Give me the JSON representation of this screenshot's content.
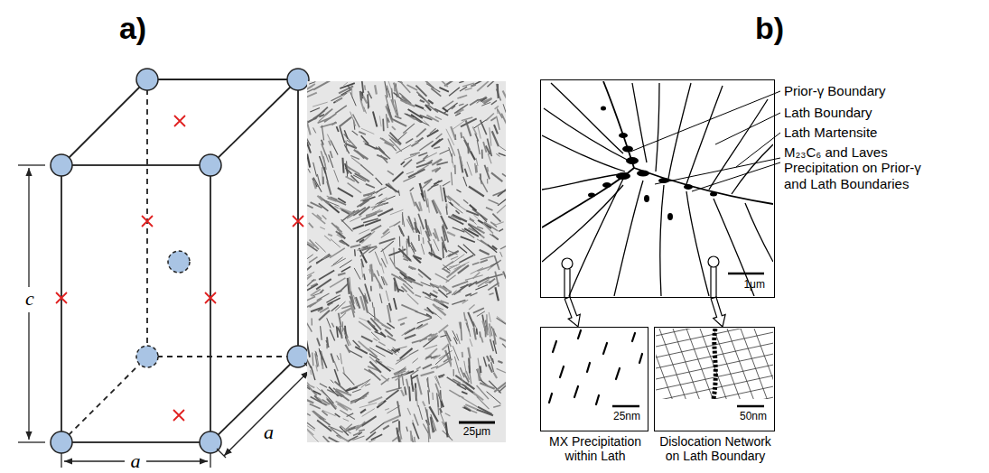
{
  "diagram": {
    "nodes": [
      {
        "text": [
          "1μm"
        ]
      },
      {
        "text": [
          "25nm",
          "MX Precipitation within Lath"
        ]
      },
      {
        "text": [
          "50nm",
          "Dislocation Network on Lath Boundary"
        ]
      }
    ],
    "edges": [
      {
        "from": 0,
        "to": 1,
        "arrow": "to"
      },
      {
        "from": 0,
        "to": 2,
        "arrow": "to"
      }
    ],
    "labels": [
      "a)",
      "b)",
      "c",
      "a",
      "a",
      "25μm",
      "Prior-γ Boundary",
      "Lath Boundary",
      "Lath Martensite",
      "M₂₃C₆ and Laves Precipitation on Prior-γ and Lath Boundaries"
    ]
  }
}
